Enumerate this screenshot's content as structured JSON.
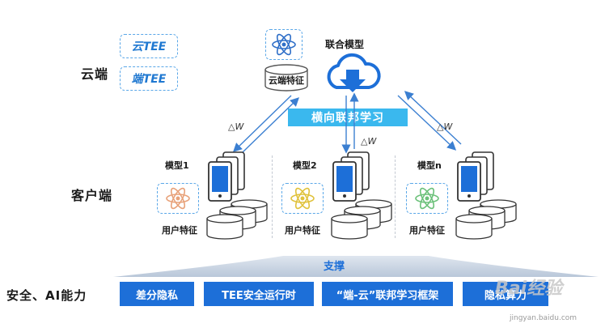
{
  "cloud": {
    "label": "云端",
    "tee_cloud": "云TEE",
    "tee_edge": "端TEE",
    "joint_model": "联合模型",
    "cloud_features": "云端特征"
  },
  "federated": {
    "banner": "横向联邦学习",
    "delta_w": "△W"
  },
  "client": {
    "label": "客户端",
    "nodes": [
      {
        "model": "模型1",
        "features": "用户特征",
        "atom_color": "#e8a27a"
      },
      {
        "model": "模型2",
        "features": "用户特征",
        "atom_color": "#e0c23c"
      },
      {
        "model": "模型n",
        "features": "用户特征",
        "atom_color": "#6cc17a"
      }
    ]
  },
  "support": {
    "label": "支撑",
    "row_label": "安全、AI能力",
    "items": [
      "差分隐私",
      "TEE安全运行时",
      "“端-云”联邦学习框架",
      "隐私算力"
    ]
  },
  "watermark": {
    "text": "Bai经验",
    "url": "jingyan.baidu.com"
  },
  "colors": {
    "primary": "#1d6fd8",
    "banner": "#3ab8ee",
    "arrow": "#3b7fd1"
  }
}
